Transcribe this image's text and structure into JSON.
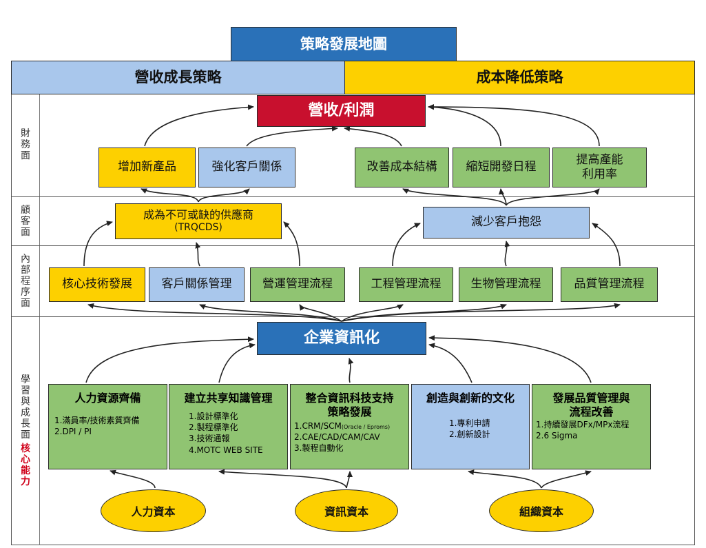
{
  "title": "策略發展地圖",
  "strategies": {
    "left": "營收成長策略",
    "right": "成本降低策略"
  },
  "rows": {
    "financial": [
      "財",
      "務",
      "面"
    ],
    "customer": [
      "顧",
      "客",
      "面"
    ],
    "internal": [
      "內",
      "部",
      "程",
      "序",
      "面"
    ],
    "learning": [
      "學",
      "習",
      "與",
      "成",
      "長",
      "面"
    ],
    "core": [
      "核",
      "心",
      "能",
      "力"
    ]
  },
  "financial": {
    "top": "營收/利潤",
    "boxes": [
      "增加新產品",
      "強化客戶關係",
      "改善成本結構",
      "縮短開發日程"
    ],
    "capacity": {
      "line1": "提高產能",
      "line2": "利用率"
    }
  },
  "customer": {
    "supplier": {
      "line1": "成為不可或缺的供應商",
      "line2": "(TRQCDS)"
    },
    "complaint": "減少客戶抱怨"
  },
  "internal": [
    "核心技術發展",
    "客戶關係管理",
    "營運管理流程",
    "工程管理流程",
    "生物管理流程",
    "品質管理流程"
  ],
  "it": "企業資訊化",
  "learning": {
    "hr": {
      "title": "人力資源齊備",
      "items": [
        "1.滿員率/技術素質齊備",
        "2.DPI / PI"
      ]
    },
    "km": {
      "title": "建立共享知識管理",
      "items": [
        "1.設計標準化",
        "2.製程標準化",
        "3.技術通報",
        "4.MOTC WEB SITE"
      ]
    },
    "tech": {
      "title1": "整合資訊科技支持",
      "title2": "策略發展",
      "item1": "1.CRM/SCM",
      "item1_small": "(Oracle / Eproms)",
      "items": [
        "2.CAE/CAD/CAM/CAV",
        "3.製程自動化"
      ]
    },
    "culture": {
      "title": "創造與創新的文化",
      "items": [
        "1.專利申請",
        "2.創新設計"
      ]
    },
    "quality": {
      "title1": "發展品質管理與",
      "title2": "流程改善",
      "items": [
        "1.持續發展DFx/MPx流程",
        "2.6 Sigma"
      ]
    }
  },
  "capitals": [
    "人力資本",
    "資訊資本",
    "組織資本"
  ]
}
